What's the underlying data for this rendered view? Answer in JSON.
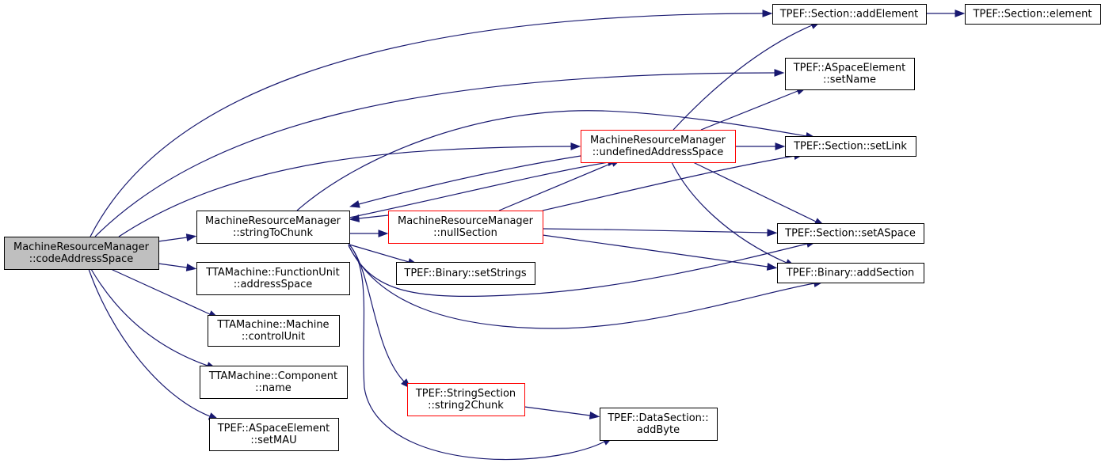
{
  "nodes": [
    {
      "id": "codeAddressSpace",
      "lines": [
        "MachineResourceManager",
        "::codeAddressSpace"
      ],
      "style": "root"
    },
    {
      "id": "stringToChunk",
      "lines": [
        "MachineResourceManager",
        "::stringToChunk"
      ],
      "style": "normal"
    },
    {
      "id": "fuAddressSpace",
      "lines": [
        "TTAMachine::FunctionUnit",
        "::addressSpace"
      ],
      "style": "normal"
    },
    {
      "id": "controlUnit",
      "lines": [
        "TTAMachine::Machine",
        "::controlUnit"
      ],
      "style": "normal"
    },
    {
      "id": "componentName",
      "lines": [
        "TTAMachine::Component",
        "::name"
      ],
      "style": "normal"
    },
    {
      "id": "setMAU",
      "lines": [
        "TPEF::ASpaceElement",
        "::setMAU"
      ],
      "style": "normal"
    },
    {
      "id": "nullSection",
      "lines": [
        "MachineResourceManager",
        "::nullSection"
      ],
      "style": "red"
    },
    {
      "id": "setStrings",
      "lines": [
        "TPEF::Binary::setStrings"
      ],
      "style": "normal"
    },
    {
      "id": "string2Chunk",
      "lines": [
        "TPEF::StringSection",
        "::string2Chunk"
      ],
      "style": "red"
    },
    {
      "id": "addByte",
      "lines": [
        "TPEF::DataSection::",
        "addByte"
      ],
      "style": "normal"
    },
    {
      "id": "undefinedAddressSpace",
      "lines": [
        "MachineResourceManager",
        "::undefinedAddressSpace"
      ],
      "style": "red"
    },
    {
      "id": "addElement",
      "lines": [
        "TPEF::Section::addElement"
      ],
      "style": "normal"
    },
    {
      "id": "sectionElement",
      "lines": [
        "TPEF::Section::element"
      ],
      "style": "normal"
    },
    {
      "id": "setName",
      "lines": [
        "TPEF::ASpaceElement",
        "::setName"
      ],
      "style": "normal"
    },
    {
      "id": "setLink",
      "lines": [
        "TPEF::Section::setLink"
      ],
      "style": "normal"
    },
    {
      "id": "setASpace",
      "lines": [
        "TPEF::Section::setASpace"
      ],
      "style": "normal"
    },
    {
      "id": "addSection",
      "lines": [
        "TPEF::Binary::addSection"
      ],
      "style": "normal"
    }
  ],
  "edges": [
    {
      "from": "codeAddressSpace",
      "to": "addElement"
    },
    {
      "from": "codeAddressSpace",
      "to": "setName"
    },
    {
      "from": "codeAddressSpace",
      "to": "undefinedAddressSpace"
    },
    {
      "from": "codeAddressSpace",
      "to": "stringToChunk"
    },
    {
      "from": "codeAddressSpace",
      "to": "fuAddressSpace"
    },
    {
      "from": "codeAddressSpace",
      "to": "controlUnit"
    },
    {
      "from": "codeAddressSpace",
      "to": "componentName"
    },
    {
      "from": "codeAddressSpace",
      "to": "setMAU"
    },
    {
      "from": "stringToChunk",
      "to": "nullSection"
    },
    {
      "from": "stringToChunk",
      "to": "setStrings"
    },
    {
      "from": "stringToChunk",
      "to": "undefinedAddressSpace"
    },
    {
      "from": "stringToChunk",
      "to": "setLink"
    },
    {
      "from": "stringToChunk",
      "to": "setASpace"
    },
    {
      "from": "stringToChunk",
      "to": "addSection"
    },
    {
      "from": "stringToChunk",
      "to": "string2Chunk"
    },
    {
      "from": "stringToChunk",
      "to": "addByte"
    },
    {
      "from": "nullSection",
      "to": "stringToChunk"
    },
    {
      "from": "nullSection",
      "to": "undefinedAddressSpace"
    },
    {
      "from": "nullSection",
      "to": "setLink"
    },
    {
      "from": "nullSection",
      "to": "setASpace"
    },
    {
      "from": "nullSection",
      "to": "addSection"
    },
    {
      "from": "undefinedAddressSpace",
      "to": "stringToChunk"
    },
    {
      "from": "undefinedAddressSpace",
      "to": "addElement"
    },
    {
      "from": "undefinedAddressSpace",
      "to": "setName"
    },
    {
      "from": "undefinedAddressSpace",
      "to": "setLink"
    },
    {
      "from": "undefinedAddressSpace",
      "to": "setASpace"
    },
    {
      "from": "undefinedAddressSpace",
      "to": "addSection"
    },
    {
      "from": "string2Chunk",
      "to": "addByte"
    },
    {
      "from": "addElement",
      "to": "sectionElement"
    }
  ],
  "colors": {
    "edge": "#191970",
    "root_fill": "#bfbfbf",
    "highlight_border": "#ff0000",
    "border": "#000000"
  }
}
